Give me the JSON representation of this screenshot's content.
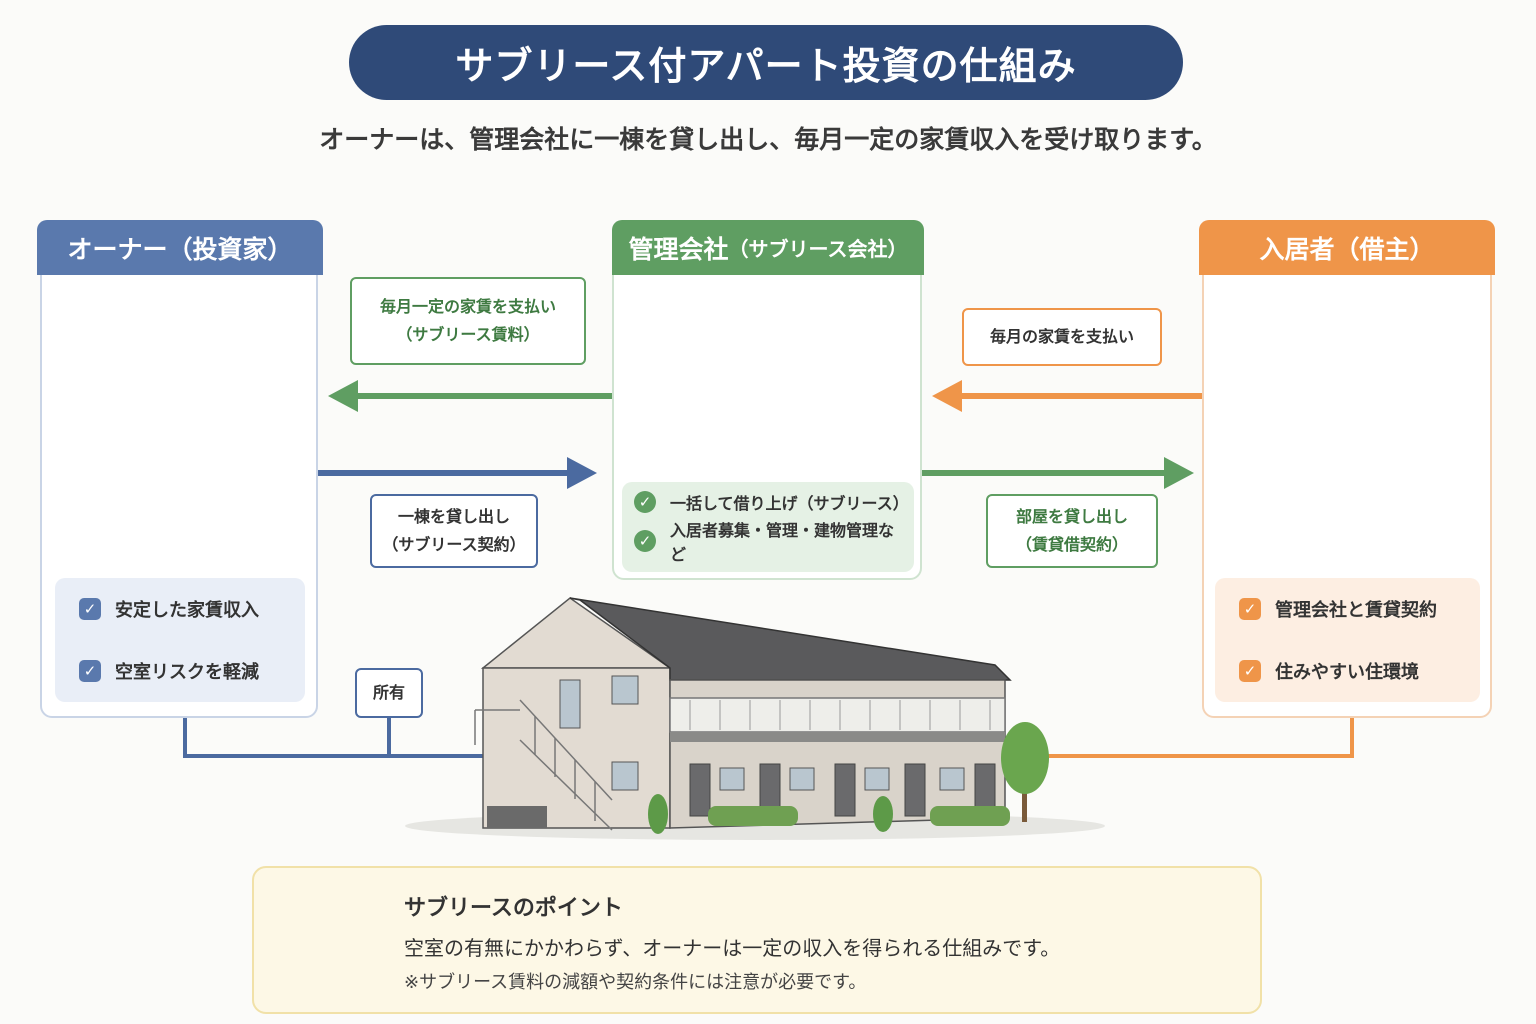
{
  "title": "サブリース付アパート投資の仕組み",
  "subtitle": "オーナーは、管理会社に一棟を貸し出し、毎月一定の家賃収入を受け取ります。",
  "owner": {
    "title": "オーナー（投資家）",
    "benefits": [
      "安定した家賃収入",
      "空室リスクを軽減"
    ],
    "color": "#5a79ad"
  },
  "manager": {
    "title": "管理会社",
    "title_sub": "（サブリース会社）",
    "duties": [
      "一括して借り上げ（サブリース）",
      "入居者募集・管理・建物管理など"
    ],
    "color": "#5f9e62"
  },
  "tenant": {
    "title": "入居者（借主）",
    "benefits": [
      "管理会社と賃貸契約",
      "住みやすい住環境"
    ],
    "color": "#ef9549"
  },
  "flows": {
    "sublease_rent_line1": "毎月一定の家賃を支払い",
    "sublease_rent_line2": "（サブリース賃料）",
    "lend_building_line1": "一棟を貸し出し",
    "lend_building_line2": "（サブリース契約）",
    "monthly_rent": "毎月の家賃を支払い",
    "lend_room_line1": "部屋を貸し出し",
    "lend_room_line2": "（賃貸借契約）",
    "ownership": "所有"
  },
  "point": {
    "title": "サブリースのポイント",
    "text": "空室の有無にかかわらず、オーナーは一定の収入を得られる仕組みです。",
    "note": "※サブリース賃料の減額や契約条件には注意が必要です。",
    "icon": "lightbulb-icon"
  }
}
